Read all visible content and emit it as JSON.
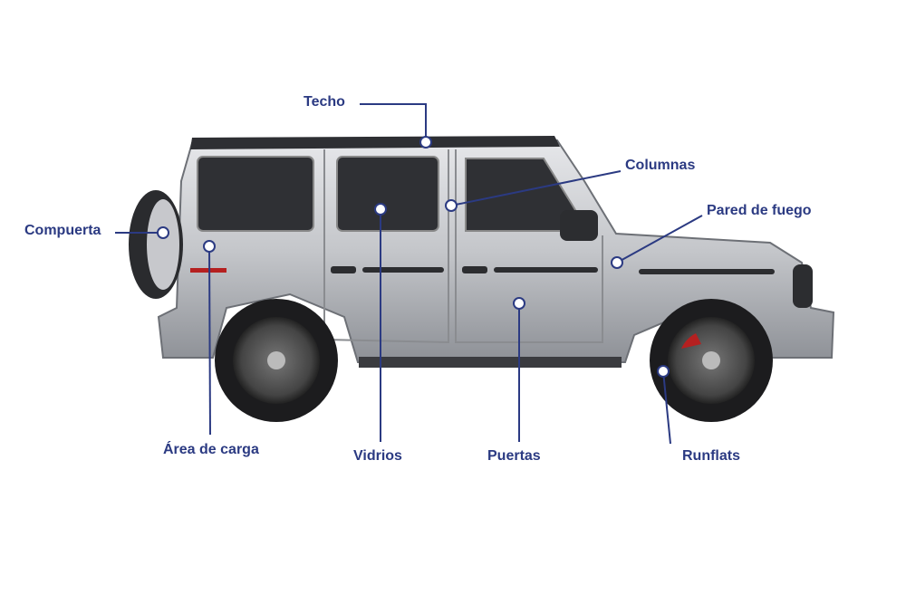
{
  "accent_color": "#2b3a82",
  "labels": {
    "techo": "Techo",
    "columnas": "Columnas",
    "pared_de_fuego": "Pared de fuego",
    "compuerta": "Compuerta",
    "area_de_carga": "Área de carga",
    "vidrios": "Vidrios",
    "puertas": "Puertas",
    "runflats": "Runflats"
  }
}
